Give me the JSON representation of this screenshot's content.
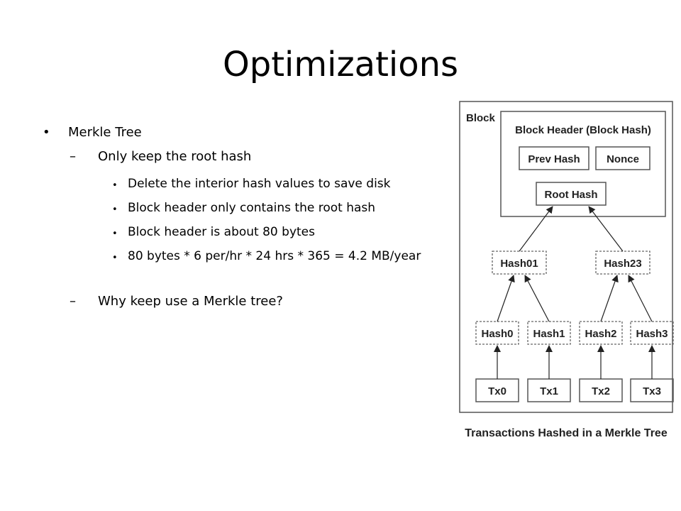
{
  "slide": {
    "title": "Optimizations",
    "bullets": [
      {
        "text": "Merkle Tree",
        "marker": "•"
      },
      {
        "text": "Only keep the root hash",
        "marker": "–"
      },
      {
        "text": "Delete the interior hash values to save disk",
        "marker": "•"
      },
      {
        "text": "Block header only contains the root hash",
        "marker": "•"
      },
      {
        "text": "Block header is about 80 bytes",
        "marker": "•"
      },
      {
        "text": "80 bytes * 6 per/hr * 24 hrs * 365 = 4.2 MB/year",
        "marker": "•"
      },
      {
        "text": "Why keep use a Merkle tree?",
        "marker": "–"
      }
    ]
  },
  "diagram": {
    "block_label": "Block",
    "header_label": "Block Header (Block Hash)",
    "prev_hash": "Prev Hash",
    "nonce": "Nonce",
    "root_hash": "Root Hash",
    "hash01": "Hash01",
    "hash23": "Hash23",
    "hash0": "Hash0",
    "hash1": "Hash1",
    "hash2": "Hash2",
    "hash3": "Hash3",
    "tx0": "Tx0",
    "tx1": "Tx1",
    "tx2": "Tx2",
    "tx3": "Tx3",
    "caption": "Transactions Hashed in a Merkle Tree"
  }
}
